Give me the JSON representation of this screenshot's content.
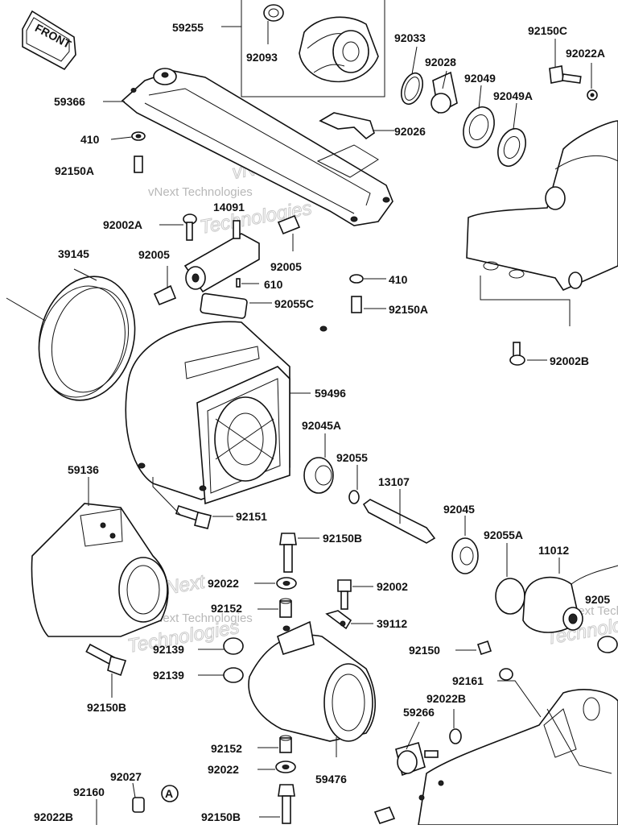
{
  "front_badge": "FRONT",
  "watermark": {
    "line1": "vNext Technologies",
    "line2": "Technologies",
    "line3": "vNext"
  },
  "parts": {
    "p59255": "59255",
    "p92093": "92093",
    "p92033": "92033",
    "p92028": "92028",
    "p92049": "92049",
    "p92049A": "92049A",
    "p92150C": "92150C",
    "p92022A": "92022A",
    "p59366": "59366",
    "p410a": "410",
    "p92150Aa": "92150A",
    "p92026": "92026",
    "p14091": "14091",
    "p92002A": "92002A",
    "p39145": "39145",
    "p92005a": "92005",
    "p92005b": "92005",
    "p610": "610",
    "p410b": "410",
    "p92055C": "92055C",
    "p92150Ab": "92150A",
    "p92002B": "92002B",
    "p59496": "59496",
    "p92045A": "92045A",
    "p92055": "92055",
    "p13107": "13107",
    "p59136": "59136",
    "p92151": "92151",
    "p92045": "92045",
    "p92055A": "92055A",
    "p11012": "11012",
    "p92150B": "92150B",
    "p92022": "92022",
    "p92002": "92002",
    "p92152": "92152",
    "p39112": "39112",
    "p92205": "9205",
    "p92139a": "92139",
    "p92150": "92150",
    "p92139b": "92139",
    "p92161": "92161",
    "p92150Bb": "92150B",
    "p92022B": "92022B",
    "p59266": "59266",
    "p92152b": "92152",
    "p59476": "59476",
    "p92022b": "92022",
    "p92027": "92027",
    "p92160": "92160",
    "pA": "A",
    "p92022Bb": "92022B",
    "p92150Bc": "92150B"
  }
}
